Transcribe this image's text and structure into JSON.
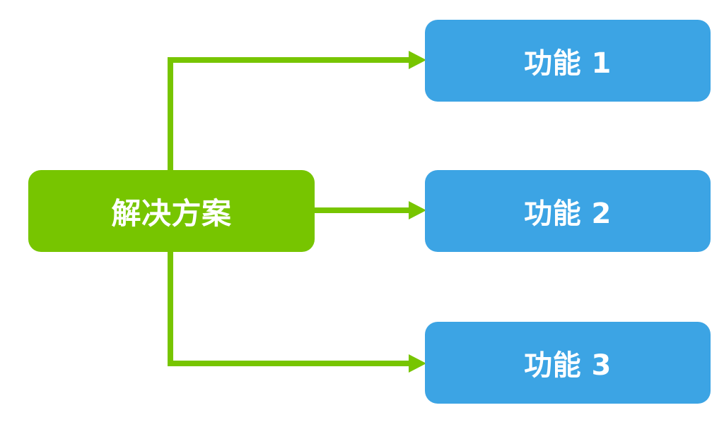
{
  "diagram": {
    "root": {
      "label": "解决方案"
    },
    "features": [
      {
        "label": "功能 1"
      },
      {
        "label": "功能 2"
      },
      {
        "label": "功能 3"
      }
    ]
  },
  "colors": {
    "root_fill": "#77c500",
    "feature_fill": "#3ca4e4",
    "connector": "#77c500",
    "text": "#ffffff"
  }
}
